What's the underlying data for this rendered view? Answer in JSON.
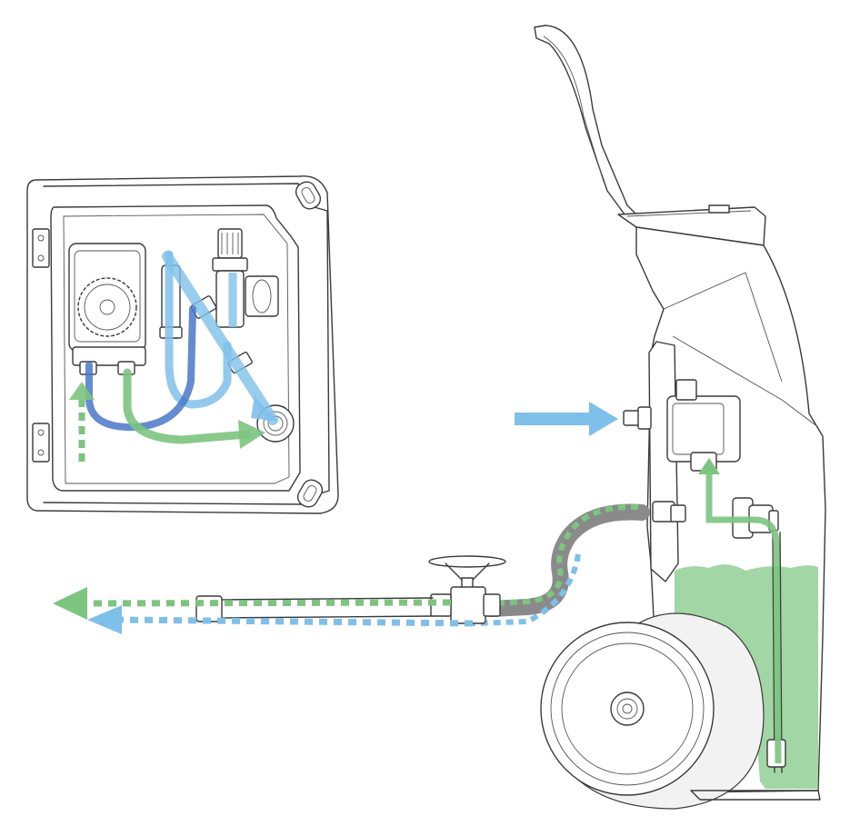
{
  "colors": {
    "line": "#3a3a3a",
    "water_blue": "#7fc0ea",
    "dark_blue": "#4a78c8",
    "liquid_green": "#7cc47f",
    "hose_gray": "#8a8a8a",
    "background": "#ffffff"
  },
  "components": {
    "control_box": "pump-control-box-detail",
    "cart": "mobile-sprayer-cart",
    "hose": "discharge-hose-with-valve"
  },
  "icons": [
    "inlet-arrow-icon",
    "outlet-arrow-green-icon",
    "outlet-arrow-blue-icon",
    "pump-gear-icon",
    "valve-handle-icon",
    "wheel-icon"
  ]
}
